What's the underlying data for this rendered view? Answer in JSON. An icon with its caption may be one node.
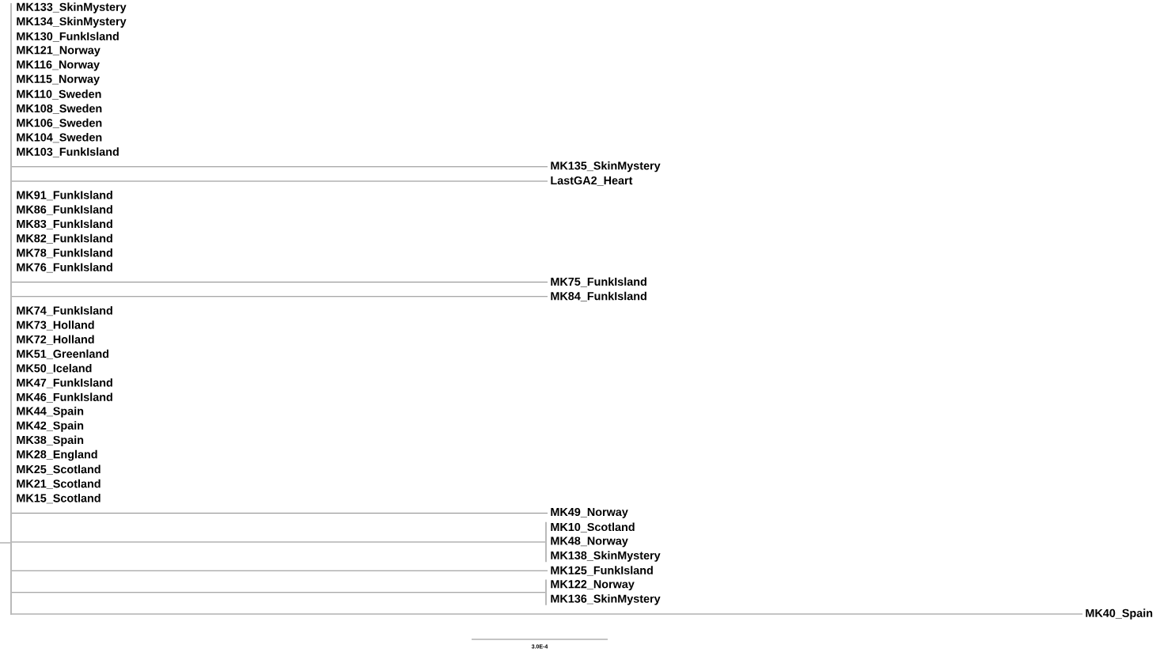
{
  "diagram": {
    "nodes": [
      {
        "text": [],
        "shape": "bar"
      },
      {
        "text": [
          "MK133_SkinMystery"
        ]
      },
      {
        "text": [
          "MK134_SkinMystery"
        ]
      },
      {
        "text": [
          "MK130_FunkIsland"
        ]
      },
      {
        "text": [
          "MK121_Norway"
        ]
      },
      {
        "text": [
          "MK116_Norway"
        ]
      },
      {
        "text": [
          "MK115_Norway"
        ]
      },
      {
        "text": [
          "MK110_Sweden"
        ]
      },
      {
        "text": [
          "MK108_Sweden"
        ]
      },
      {
        "text": [
          "MK106_Sweden"
        ]
      },
      {
        "text": [
          "MK104_Sweden"
        ]
      },
      {
        "text": [
          "MK103_FunkIsland"
        ]
      },
      {
        "text": [
          "MK135_SkinMystery"
        ]
      },
      {
        "text": [
          "LastGA2_Heart"
        ]
      },
      {
        "text": [
          "MK91_FunkIsland"
        ]
      },
      {
        "text": [
          "MK86_FunkIsland"
        ]
      },
      {
        "text": [
          "MK83_FunkIsland"
        ]
      },
      {
        "text": [
          "MK82_FunkIsland"
        ]
      },
      {
        "text": [
          "MK78_FunkIsland"
        ]
      },
      {
        "text": [
          "MK76_FunkIsland"
        ]
      },
      {
        "text": [
          "MK75_FunkIsland"
        ]
      },
      {
        "text": [
          "MK84_FunkIsland"
        ]
      },
      {
        "text": [
          "MK74_FunkIsland"
        ]
      },
      {
        "text": [
          "MK73_Holland"
        ]
      },
      {
        "text": [
          "MK72_Holland"
        ]
      },
      {
        "text": [
          "MK51_Greenland"
        ]
      },
      {
        "text": [
          "MK50_Iceland"
        ]
      },
      {
        "text": [
          "MK47_FunkIsland"
        ]
      },
      {
        "text": [
          "MK46_FunkIsland"
        ]
      },
      {
        "text": [
          "MK44_Spain"
        ]
      },
      {
        "text": [
          "MK42_Spain"
        ]
      },
      {
        "text": [
          "MK38_Spain"
        ]
      },
      {
        "text": [
          "MK28_England"
        ]
      },
      {
        "text": [
          "MK25_Scotland"
        ]
      },
      {
        "text": [
          "MK21_Scotland"
        ]
      },
      {
        "text": [
          "MK15_Scotland"
        ]
      },
      {
        "text": [
          "MK49_Norway"
        ]
      },
      {
        "text": [],
        "shape": "bar"
      },
      {
        "text": [
          "MK10_Scotland"
        ]
      },
      {
        "text": [
          "MK48_Norway"
        ]
      },
      {
        "text": [
          "MK138_SkinMystery"
        ]
      },
      {
        "text": [
          "MK125_FunkIsland"
        ]
      },
      {
        "text": [],
        "shape": "bar"
      },
      {
        "text": [
          "MK122_Norway"
        ]
      },
      {
        "text": [
          "MK136_SkinMystery"
        ]
      },
      {
        "text": [
          "MK40_Spain"
        ]
      }
    ],
    "edges": [
      {
        "from": null,
        "to": 0,
        "arrow": "none"
      },
      {
        "from": 0,
        "to": 12,
        "arrow": "none"
      },
      {
        "from": 0,
        "to": 13,
        "arrow": "none"
      },
      {
        "from": 0,
        "to": 20,
        "arrow": "none"
      },
      {
        "from": 0,
        "to": 21,
        "arrow": "none"
      },
      {
        "from": 0,
        "to": 36,
        "arrow": "none"
      },
      {
        "from": 0,
        "to": 37,
        "arrow": "none"
      },
      {
        "from": 0,
        "to": 41,
        "arrow": "none"
      },
      {
        "from": 0,
        "to": 42,
        "arrow": "none"
      },
      {
        "from": 0,
        "to": 45,
        "arrow": "none"
      }
    ],
    "labels": [
      "3.0E-4"
    ]
  }
}
